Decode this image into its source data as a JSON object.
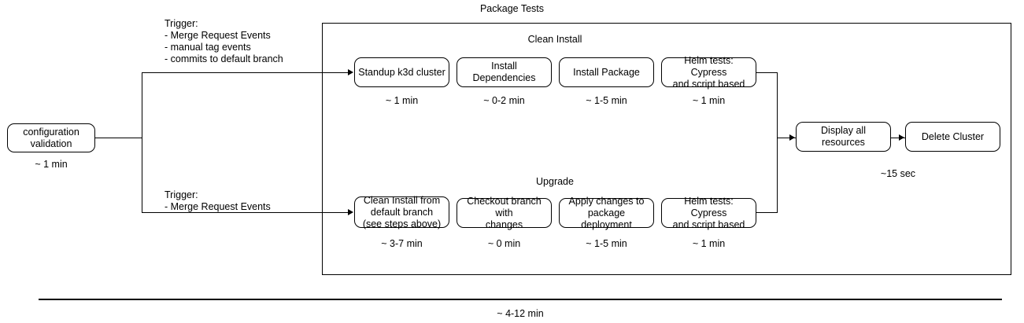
{
  "diagram": {
    "title": "Package Tests",
    "bottom_total_label": "~ 4-12 min"
  },
  "start": {
    "node_label": "configuration\nvalidation",
    "duration": "~ 1 min"
  },
  "triggers": {
    "top": "Trigger:\n- Merge Request Events\n- manual tag events\n- commits to default branch",
    "bottom": "Trigger:\n- Merge Request Events"
  },
  "lanes": [
    {
      "name": "clean-install",
      "label": "Clean Install",
      "steps": [
        {
          "label": "Standup k3d cluster",
          "duration": "~ 1 min"
        },
        {
          "label": "Install Dependencies",
          "duration": "~ 0-2 min"
        },
        {
          "label": "Install Package",
          "duration": "~ 1-5 min"
        },
        {
          "label": "Helm tests: Cypress\nand script based",
          "duration": "~ 1 min"
        }
      ]
    },
    {
      "name": "upgrade",
      "label": "Upgrade",
      "steps": [
        {
          "label": "Clean Install from\ndefault branch\n(see steps above)",
          "duration": "~ 3-7 min"
        },
        {
          "label": "Checkout branch with\nchanges",
          "duration": "~ 0 min"
        },
        {
          "label": "Apply changes to\npackage deployment",
          "duration": "~ 1-5 min"
        },
        {
          "label": "Helm tests: Cypress\nand script based",
          "duration": "~ 1 min"
        }
      ]
    }
  ],
  "teardown": {
    "steps": [
      {
        "label": "Display all resources"
      },
      {
        "label": "Delete Cluster"
      }
    ],
    "duration": "~15 sec"
  },
  "colors": {
    "stroke": "#000000",
    "background": "#ffffff",
    "text": "#000000"
  }
}
